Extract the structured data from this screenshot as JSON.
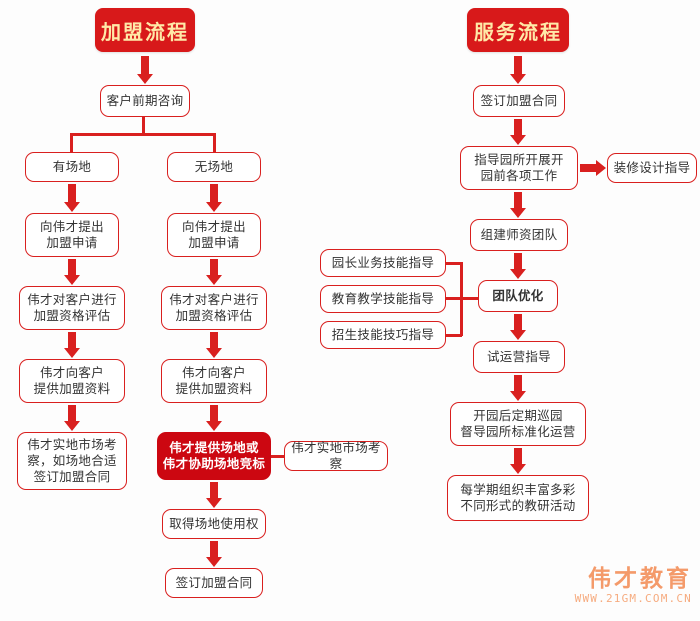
{
  "headers": {
    "join_flow": "加盟流程",
    "service_flow": "服务流程"
  },
  "join_flow": {
    "consult": "客户前期咨询",
    "branch_left_label": "有场地",
    "branch_right_label": "无场地",
    "left_branch": [
      "向伟才提出\n加盟申请",
      "伟才对客户进行\n加盟资格评估",
      "伟才向客户\n提供加盟资料",
      "伟才实地市场考\n察，如场地合适\n签订加盟合同"
    ],
    "right_branch": [
      "向伟才提出\n加盟申请",
      "伟才对客户进行\n加盟资格评估",
      "伟才向客户\n提供加盟资料",
      "伟才提供场地或\n伟才协助场地竞标",
      "取得场地使用权",
      "签订加盟合同"
    ],
    "site_survey_callout": "伟才实地市场考察"
  },
  "service_flow": {
    "steps": [
      "签订加盟合同",
      "指导园所开展开\n园前各项工作",
      "组建师资团队",
      "团队优化",
      "试运营指导",
      "开园后定期巡园\n督导园所标准化运营",
      "每学期组织丰富多彩\n不同形式的教研活动"
    ],
    "decoration_callout": "装修设计指导",
    "training_inputs": [
      "园长业务技能指导",
      "教育教学技能指导",
      "招生技能技巧指导"
    ]
  },
  "watermark": {
    "name": "伟才教育",
    "url": "WWW.21GM.COM.CN"
  },
  "colors": {
    "brand_red": "#d9201f",
    "badge_red": "#d8191a",
    "filled_red": "#cc0711",
    "badge_text": "#ffe9a8",
    "watermark": "#f49a6a"
  }
}
